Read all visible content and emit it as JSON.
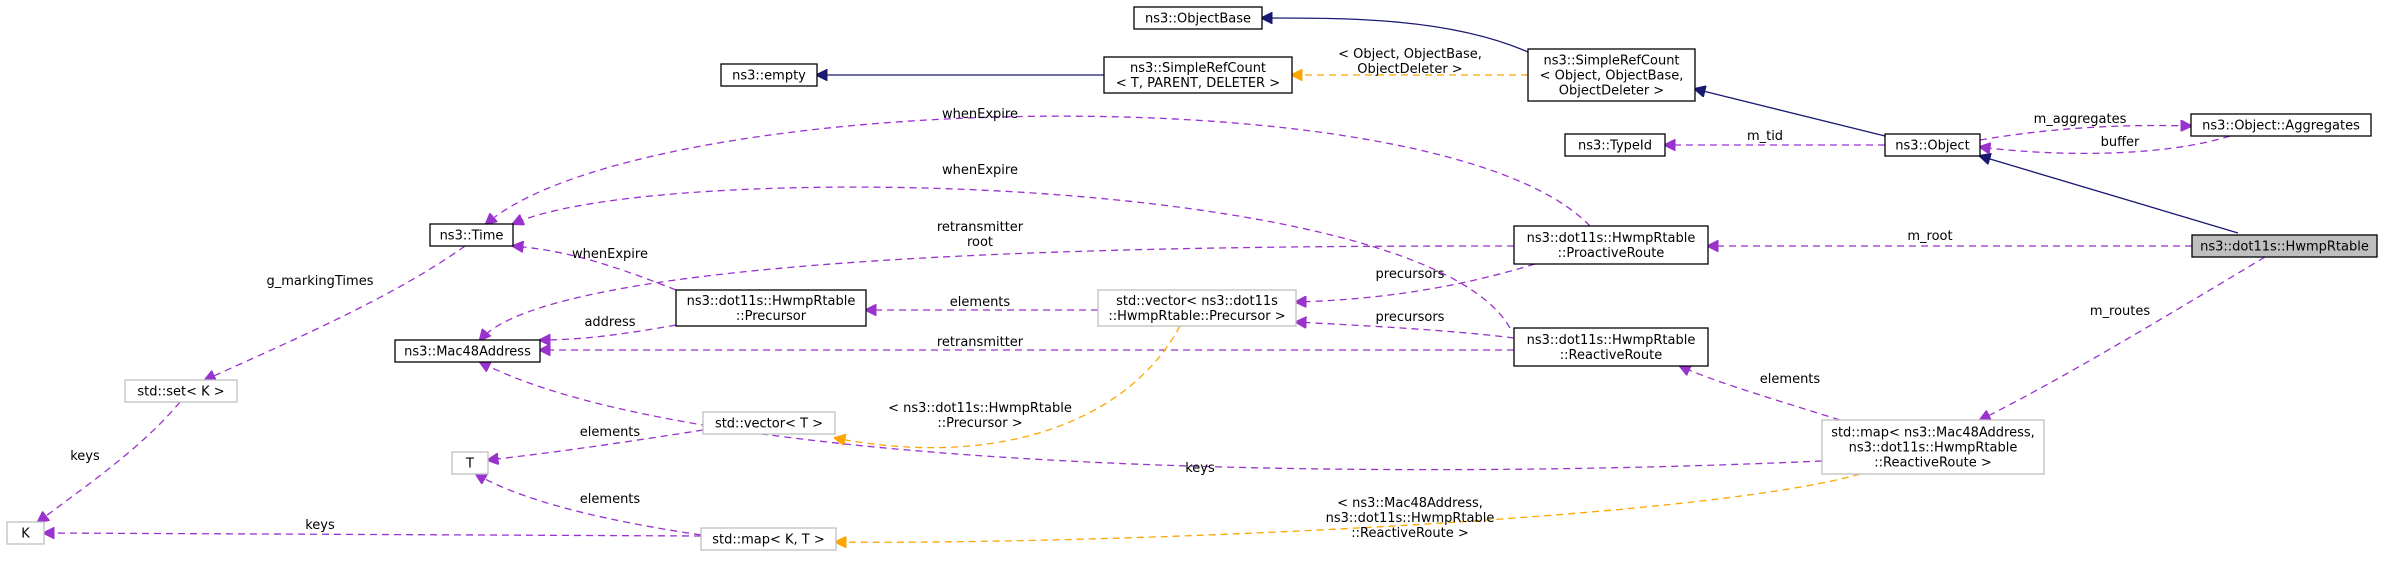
{
  "nodes": {
    "object_base": [
      "ns3::ObjectBase"
    ],
    "empty": [
      "ns3::empty"
    ],
    "simple_ref_count_tmpl": [
      "ns3::SimpleRefCount",
      "< T, PARENT, DELETER >"
    ],
    "simple_ref_count_obj": [
      "ns3::SimpleRefCount",
      "< Object, ObjectBase,",
      "ObjectDeleter >"
    ],
    "type_id": [
      "ns3::TypeId"
    ],
    "object": [
      "ns3::Object"
    ],
    "aggregates": [
      "ns3::Object::Aggregates"
    ],
    "time": [
      "ns3::Time"
    ],
    "mac48": [
      "ns3::Mac48Address"
    ],
    "set_k": [
      "std::set< K >"
    ],
    "k": [
      "K"
    ],
    "t": [
      "T"
    ],
    "precursor": [
      "ns3::dot11s::HwmpRtable",
      "::Precursor"
    ],
    "vector_precursor": [
      "std::vector< ns3::dot11s",
      "::HwmpRtable::Precursor >"
    ],
    "vector_t": [
      "std::vector< T >"
    ],
    "map_kt": [
      "std::map< K, T >"
    ],
    "proactive": [
      "ns3::dot11s::HwmpRtable",
      "::ProactiveRoute"
    ],
    "reactive": [
      "ns3::dot11s::HwmpRtable",
      "::ReactiveRoute"
    ],
    "map_reactive": [
      "std::map< ns3::Mac48Address,",
      "ns3::dot11s::HwmpRtable",
      "::ReactiveRoute >"
    ],
    "hwmp_rtable": [
      "ns3::dot11s::HwmpRtable"
    ]
  },
  "edges": {
    "object_base_to_src": [],
    "empty_to_srct": [],
    "srct_to_srco": [
      "< Object, ObjectBase,",
      "ObjectDeleter >"
    ],
    "srco_to_object": [],
    "object_to_hwmp": [],
    "typeid_to_object": [
      "m_tid"
    ],
    "object_to_aggregates": [
      "m_aggregates"
    ],
    "aggregates_to_object": [
      "buffer"
    ],
    "proactive_to_hwmp": [
      "m_root"
    ],
    "map_reactive_to_hwmp": [
      "m_routes"
    ],
    "time_to_proactive": [
      "whenExpire"
    ],
    "time_to_reactive": [
      "whenExpire"
    ],
    "mac_to_proactive": [
      "retransmitter",
      "root"
    ],
    "time_to_precursor": [
      "whenExpire"
    ],
    "mac_to_precursor": [
      "address"
    ],
    "precursor_to_vector": [
      "elements"
    ],
    "vector_to_proactive": [
      "precursors"
    ],
    "vector_to_reactive": [
      "precursors"
    ],
    "mac_to_reactive": [
      "retransmitter"
    ],
    "reactive_to_map": [
      "elements"
    ],
    "vector_t_to_vector": [
      "< ns3::dot11s::HwmpRtable",
      "::Precursor >"
    ],
    "time_to_set": [
      "g_markingTimes"
    ],
    "set_to_k": [
      "keys"
    ],
    "t_to_vector_t": [
      "elements"
    ],
    "k_to_map_kt": [
      "keys"
    ],
    "t_to_map_kt": [
      "elements"
    ],
    "mac_to_map_reactive": [
      "keys"
    ],
    "map_kt_to_map_reactive": [
      "< ns3::Mac48Address,",
      "ns3::dot11s::HwmpRtable",
      "::ReactiveRoute >"
    ]
  },
  "colors": {
    "inheritance": "#191970",
    "usage": "#9a32cd",
    "template": "#ffa500",
    "focus_fill": "#bfbfbf",
    "template_border": "#bfbfbf"
  }
}
